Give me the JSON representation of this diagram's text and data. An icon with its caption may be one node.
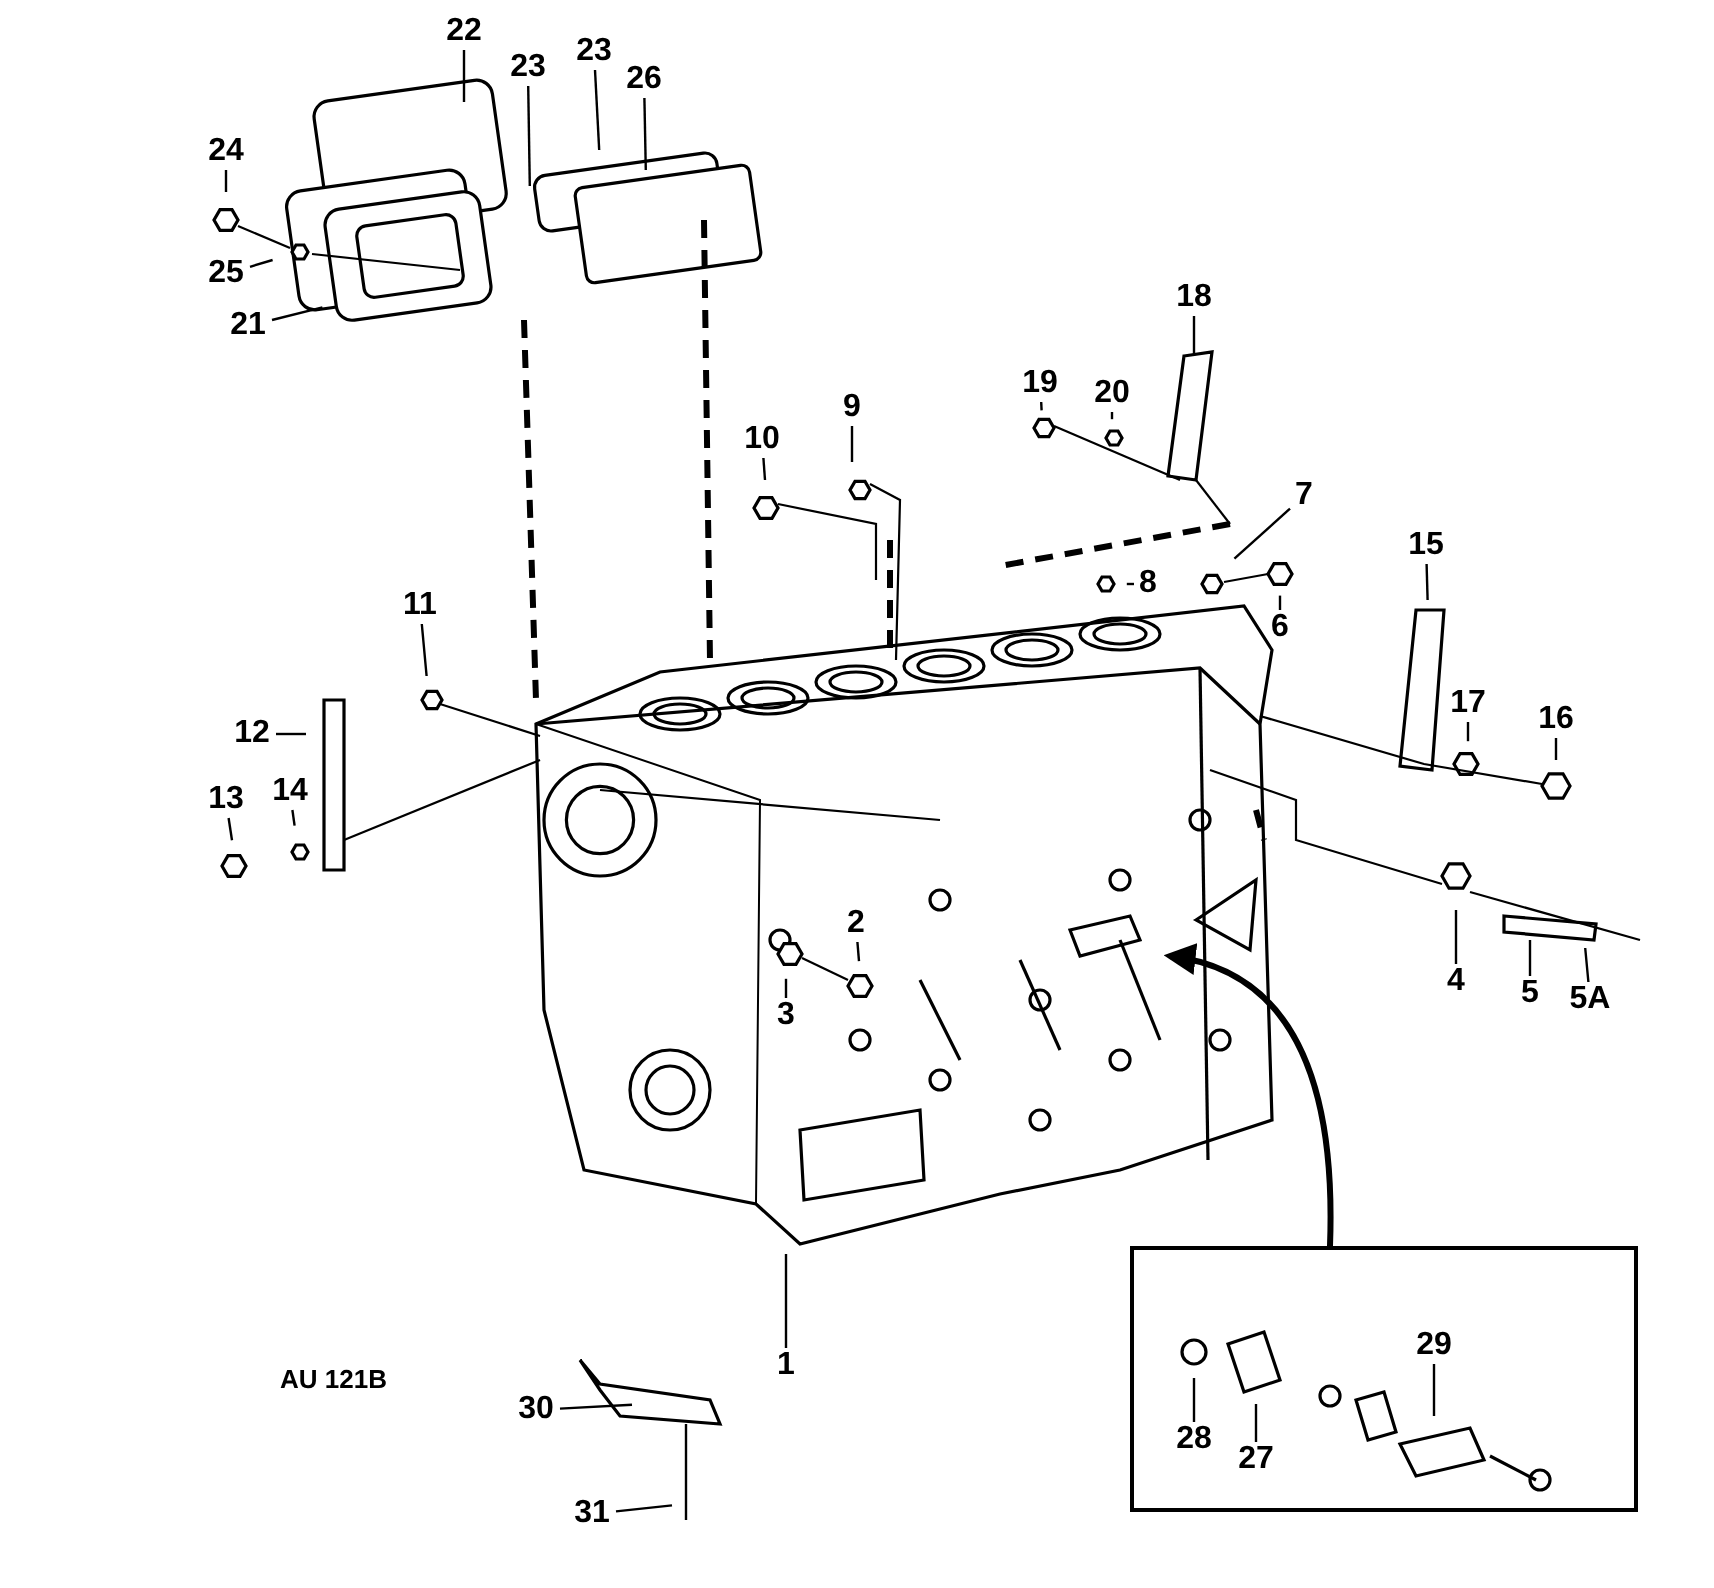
{
  "diagram": {
    "nodes": [
      {
        "text": [
          "22"
        ]
      },
      {
        "text": [
          "23"
        ]
      },
      {
        "text": [
          "23"
        ]
      },
      {
        "text": [
          "26"
        ]
      },
      {
        "text": [
          "24"
        ]
      },
      {
        "text": [
          "25"
        ]
      },
      {
        "text": [
          "21"
        ]
      },
      {
        "text": [
          "18"
        ]
      },
      {
        "text": [
          "19"
        ]
      },
      {
        "text": [
          "20"
        ]
      },
      {
        "text": [
          "9"
        ]
      },
      {
        "text": [
          "10"
        ]
      },
      {
        "text": [
          "7"
        ]
      },
      {
        "text": [
          "8"
        ]
      },
      {
        "text": [
          "15"
        ]
      },
      {
        "text": [
          "11"
        ]
      },
      {
        "text": [
          "6"
        ]
      },
      {
        "text": [
          "12"
        ]
      },
      {
        "text": [
          "17"
        ]
      },
      {
        "text": [
          "16"
        ]
      },
      {
        "text": [
          "13"
        ]
      },
      {
        "text": [
          "14"
        ]
      },
      {
        "text": [
          "2"
        ]
      },
      {
        "text": [
          "4"
        ]
      },
      {
        "text": [
          "5"
        ]
      },
      {
        "text": [
          "5A"
        ]
      },
      {
        "text": [
          "3"
        ]
      },
      {
        "text": [],
        "shape": "box"
      },
      {
        "text": [
          "29"
        ],
        "in": 27
      },
      {
        "text": [
          "28"
        ],
        "in": 27
      },
      {
        "text": [
          "27"
        ],
        "in": 27
      },
      {
        "text": [
          "1"
        ]
      },
      {
        "text": [
          "30"
        ]
      },
      {
        "text": [
          "31"
        ]
      }
    ],
    "edges": [
      {
        "from": 0,
        "to": null,
        "arrow": "none"
      },
      {
        "from": 1,
        "to": null,
        "arrow": "none"
      },
      {
        "from": 2,
        "to": null,
        "arrow": "none"
      },
      {
        "from": 3,
        "to": null,
        "arrow": "none"
      },
      {
        "from": 4,
        "to": null,
        "arrow": "none"
      },
      {
        "from": 5,
        "to": null,
        "arrow": "none"
      },
      {
        "from": 6,
        "to": null,
        "arrow": "none"
      },
      {
        "from": 7,
        "to": null,
        "arrow": "none"
      },
      {
        "from": 8,
        "to": null,
        "arrow": "none"
      },
      {
        "from": 9,
        "to": null,
        "arrow": "none"
      },
      {
        "from": 10,
        "to": null,
        "arrow": "none"
      },
      {
        "from": 11,
        "to": null,
        "arrow": "none"
      },
      {
        "from": 12,
        "to": null,
        "arrow": "none"
      },
      {
        "from": 13,
        "to": null,
        "arrow": "none"
      },
      {
        "from": 14,
        "to": null,
        "arrow": "none"
      },
      {
        "from": 15,
        "to": null,
        "arrow": "none"
      },
      {
        "from": 16,
        "to": null,
        "arrow": "none"
      },
      {
        "from": 17,
        "to": null,
        "arrow": "none"
      },
      {
        "from": 18,
        "to": null,
        "arrow": "none"
      },
      {
        "from": 19,
        "to": null,
        "arrow": "none"
      },
      {
        "from": 20,
        "to": null,
        "arrow": "none"
      },
      {
        "from": 21,
        "to": null,
        "arrow": "none"
      },
      {
        "from": 22,
        "to": null,
        "arrow": "none"
      },
      {
        "from": 23,
        "to": null,
        "arrow": "none"
      },
      {
        "from": 24,
        "to": null,
        "arrow": "none"
      },
      {
        "from": 25,
        "to": null,
        "arrow": "none"
      },
      {
        "from": 26,
        "to": null,
        "arrow": "none"
      },
      {
        "from": 27,
        "to": null,
        "arrow": "to",
        "style": "thick"
      },
      {
        "from": 28,
        "to": null,
        "arrow": "none"
      },
      {
        "from": 29,
        "to": null,
        "arrow": "none"
      },
      {
        "from": 30,
        "to": null,
        "arrow": "none"
      },
      {
        "from": 31,
        "to": null,
        "arrow": "none"
      },
      {
        "from": 32,
        "to": null,
        "arrow": "none"
      },
      {
        "from": 33,
        "to": null,
        "arrow": "none"
      }
    ],
    "labels": [
      "AU 121B"
    ]
  }
}
